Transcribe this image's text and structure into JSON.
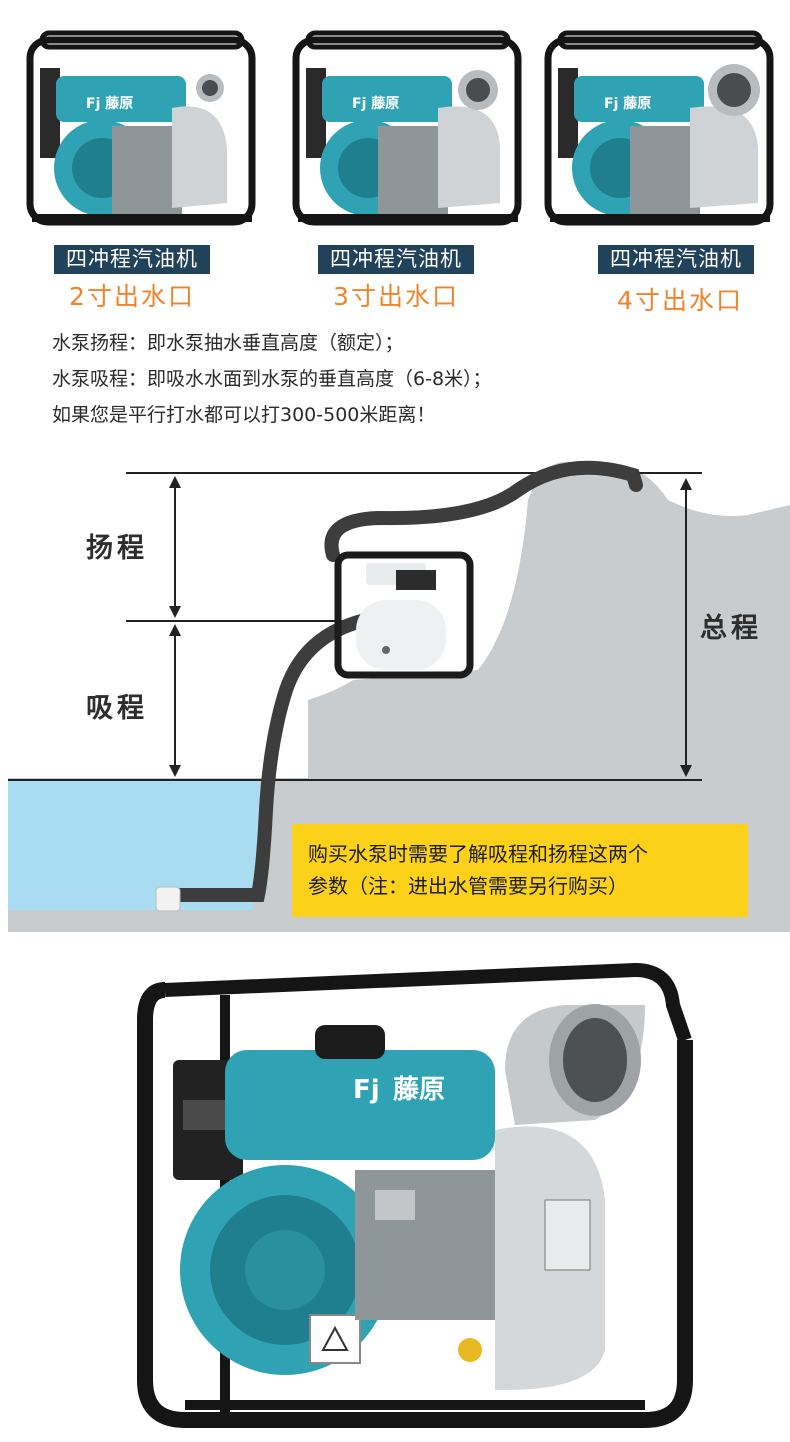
{
  "products": [
    {
      "engine_label": "四冲程汽油机",
      "outlet_label": "2寸出水口"
    },
    {
      "engine_label": "四冲程汽油机",
      "outlet_label": "3寸出水口"
    },
    {
      "engine_label": "四冲程汽油机",
      "outlet_label": "4寸出水口"
    }
  ],
  "brand": {
    "logo_text": "Fj",
    "name": "藤原"
  },
  "description": {
    "line1": "水泵扬程：即水泵抽水垂直高度（额定）；",
    "line2": "水泵吸程：即吸水水面到水泵的垂直高度（6-8米）；",
    "line3": "如果您是平行打水都可以打300-500米距离！"
  },
  "diagram": {
    "lift_label": "扬程",
    "suction_label": "吸程",
    "total_label": "总程"
  },
  "note": {
    "line1": "购买水泵时需要了解吸程和扬程这两个",
    "line2": "参数（注：进出水管需要另行购买）"
  },
  "colors": {
    "label_bg": "#20425a",
    "outlet_text": "#f0842a",
    "note_bg": "#fbd11a",
    "pump_teal": "#2fa3b4",
    "water": "#a9dcf0",
    "ground": "#c9ccce"
  }
}
